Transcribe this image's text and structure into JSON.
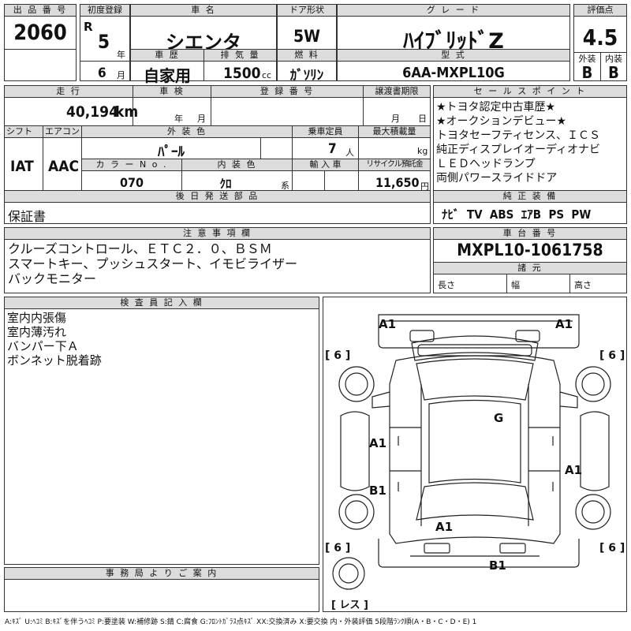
{
  "header": {
    "lot_label": "出 品 番 号",
    "lot_number": "2060",
    "first_reg_label": "初度登録",
    "era": "R",
    "year_num": "5",
    "year_unit": "年",
    "month_num": "6",
    "month_unit": "月",
    "name_label": "車 名",
    "car_name": "シエンタ",
    "history_label": "車 歴",
    "history": "自家用",
    "displacement_label": "排 気 量",
    "displacement": "1500",
    "displacement_unit": "cc",
    "door_label": "ドア形状",
    "door": "5W",
    "fuel_label": "燃 料",
    "fuel": "ｶﾞｿﾘﾝ",
    "grade_label": "グ レ ー ド",
    "grade": "ﾊｲﾌﾞﾘｯﾄﾞZ",
    "model_label": "型 式",
    "model": "6AA-MXPL10G",
    "score_label": "評価点",
    "score": "4.5",
    "ext_label": "外装",
    "int_label": "内装",
    "ext_grade": "B",
    "int_grade": "B"
  },
  "row2": {
    "mileage_label": "走 行",
    "mileage": "40,194",
    "mileage_unit": "km",
    "inspection_label": "車 検",
    "insp_year_unit": "年",
    "insp_month_unit": "月",
    "reg_no_label": "登 録 番 号",
    "transfer_label": "譲渡書期限",
    "transfer_month_unit": "月",
    "transfer_day_unit": "日",
    "shift_label": "シフト",
    "shift": "IAT",
    "ac_label": "エアコン",
    "ac": "AAC",
    "color_label": "外 装 色",
    "color": "ﾊﾟｰﾙ",
    "capacity_label": "乗車定員",
    "capacity": "7",
    "capacity_unit": "人",
    "load_label": "最大積載量",
    "load_unit": "kg",
    "color_no_label": "カ ラ ー N o .",
    "color_no": "070",
    "interior_label": "内 装 色",
    "interior": "ｸﾛ",
    "interior_unit": "系",
    "import_label": "輸 入 車",
    "recycle_label": "リサイクル預託金",
    "recycle": "11,650",
    "recycle_unit": "円",
    "later_label": "後 日 発 送 部 品",
    "later_item": "保証書"
  },
  "sales": {
    "label": "セ ー ル ス ポ イ ン ト",
    "lines": [
      "★トヨタ認定中古車歴★",
      "★オークションデビュー★",
      "トヨタセーフティセンス、ＩＣＳ",
      "純正ディスプレイオーディオナビ",
      "ＬＥＤヘッドランプ",
      "両側パワースライドドア"
    ],
    "equip_label": "純 正 装 備",
    "equip": "ﾅﾋﾞ  TV  ABS  ｴｱB  PS  PW"
  },
  "notes": {
    "label": "注 意 事 項 欄",
    "lines": [
      "クルーズコントロール、ＥＴＣ２．０、ＢＳＭ",
      "スマートキー、プッシュスタート、イモビライザー",
      "バックモニター"
    ]
  },
  "chassis": {
    "label": "車 台 番 号",
    "number": "MXPL10-1061758",
    "dims_label": "諸 元",
    "length_label": "長さ",
    "width_label": "幅",
    "height_label": "高さ"
  },
  "inspector": {
    "label": "検 査 員 記 入 欄",
    "lines": [
      "室内内張傷",
      "室内薄汚れ",
      "バンパー下Ａ",
      "ボンネット脱着跡"
    ]
  },
  "office": {
    "label": "事 務 局 よ り ご 案 内"
  },
  "diagram": {
    "marks": {
      "front_left": "A1",
      "front_right": "A1",
      "roof": "G",
      "left_front_door": "A1",
      "left_rear_door": "B1",
      "right_rear": "A1",
      "rear_hatch": "A1",
      "rear_bumper": "B1",
      "tire_fl": "[ 6 ]",
      "tire_fr": "[ 6 ]",
      "tire_rl": "[ 6 ]",
      "tire_rr": "[ 6 ]",
      "spare": "[ レス ]"
    }
  },
  "legend": "A:ｷｽﾞ U:ﾍｺﾐ B:ｷｽﾞを伴うﾍｺﾐ P:要塗装 W:補修跡 S:錆 C:腐食 G:ﾌﾛﾝﾄｶﾞﾗｽ点ｷｽﾞ XX:交換済み X:要交換  内・外装評価 5段階ﾗﾝｸ順(A・B・C・D・E) 1"
}
